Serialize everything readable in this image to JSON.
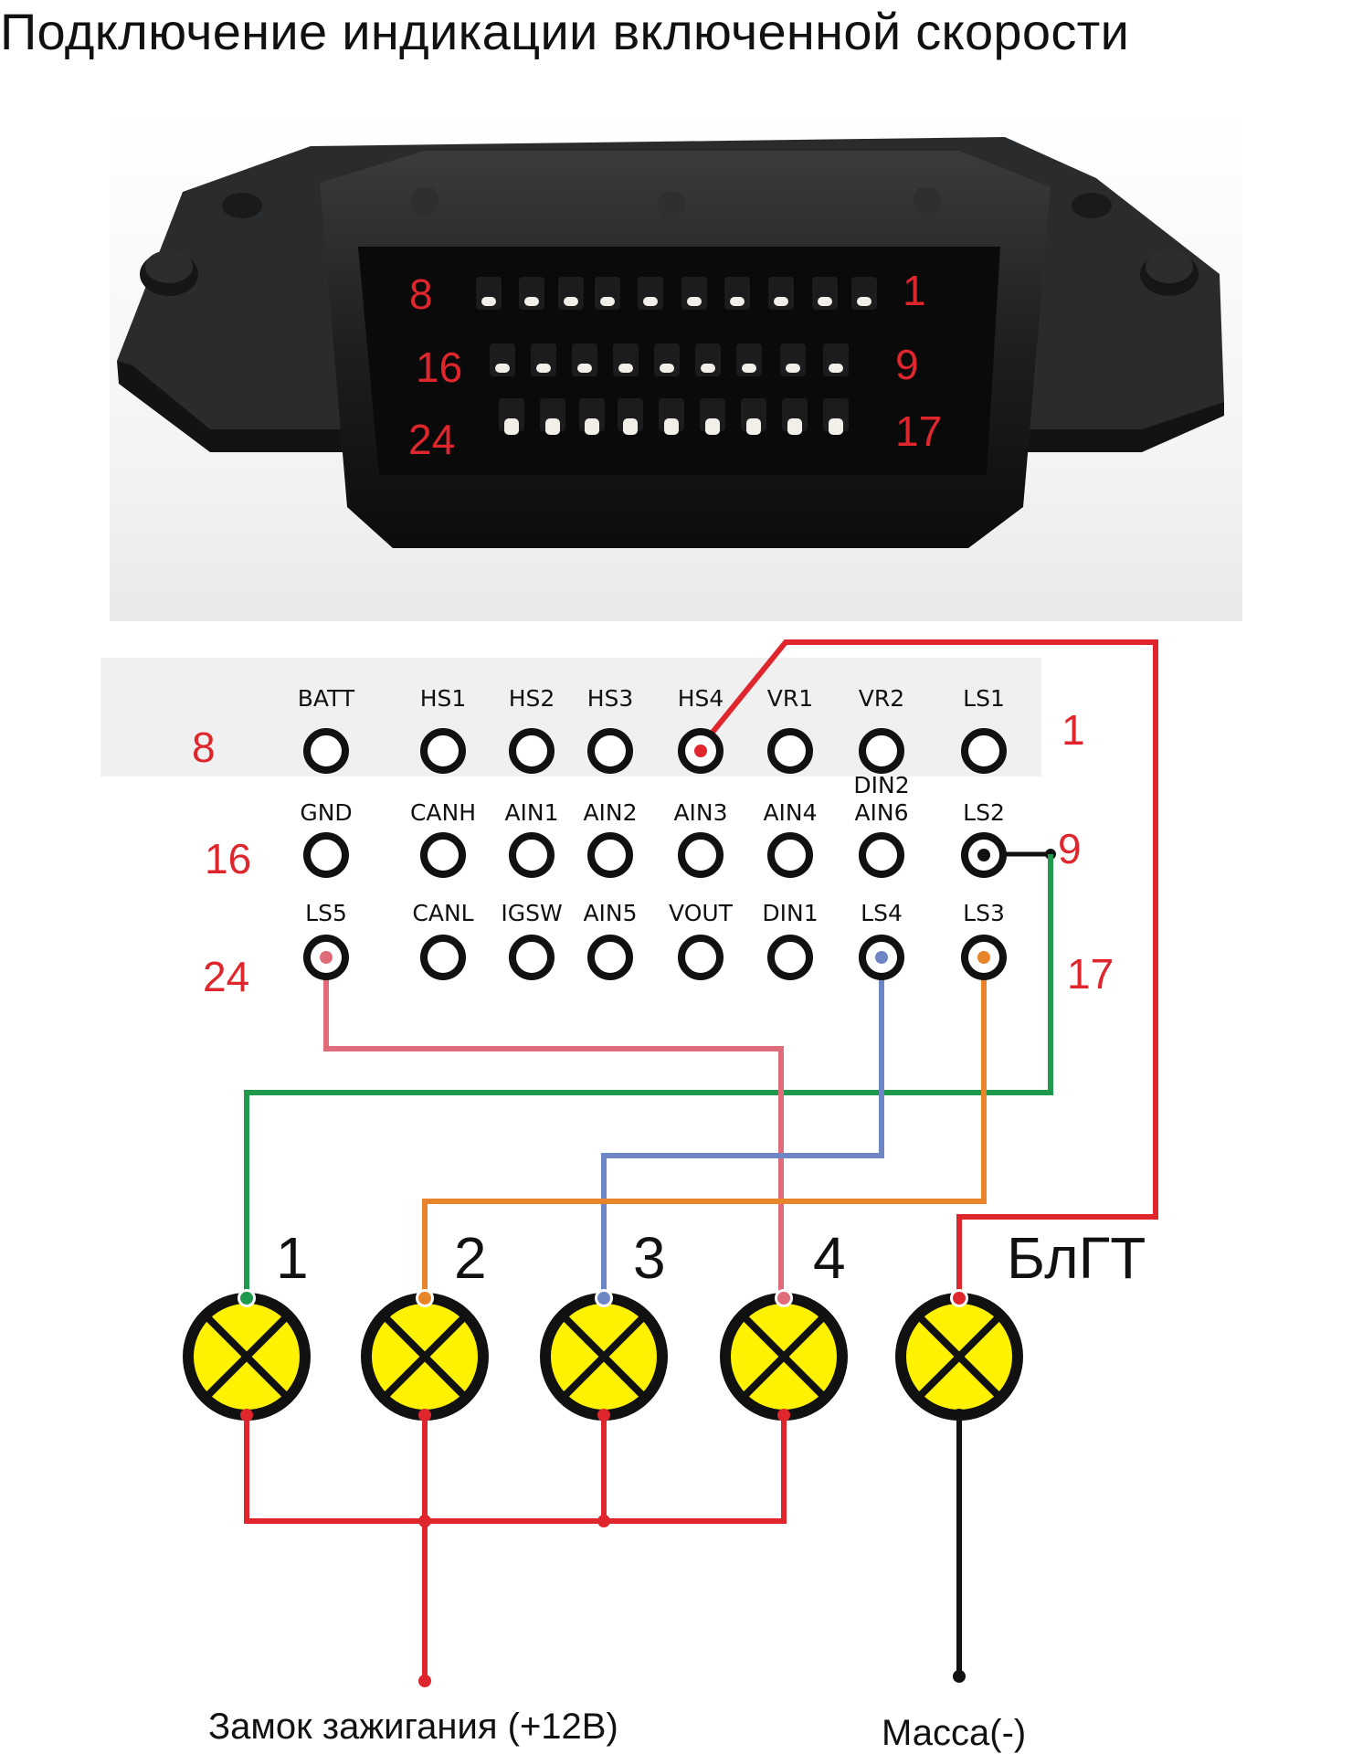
{
  "title": "Подключение индикации включенной скорости",
  "connector_photo": {
    "labels": {
      "top_left": "8",
      "top_right": "1",
      "mid_left": "16",
      "mid_right": "9",
      "bottom_left": "24",
      "bottom_right": "17"
    }
  },
  "pinout": {
    "row_numbers": {
      "row1_left": "8",
      "row1_right": "1",
      "row2_left": "16",
      "row2_right": "9",
      "row3_left": "24",
      "row3_right": "17"
    },
    "row1": [
      "BATT",
      "HS1",
      "HS2",
      "HS3",
      "HS4",
      "VR1",
      "VR2",
      "LS1"
    ],
    "row2": [
      "GND",
      "CANH",
      "AIN1",
      "AIN2",
      "AIN3",
      "AIN4",
      "DIN2",
      "LS2"
    ],
    "row2_extra": "AIN6",
    "row3": [
      "LS5",
      "CANL",
      "IGSW",
      "AIN5",
      "VOUT",
      "DIN1",
      "LS4",
      "LS3"
    ]
  },
  "lamps": [
    "1",
    "2",
    "3",
    "4",
    "БлГТ"
  ],
  "labels": {
    "ignition": "Замок зажигания (+12В)",
    "ground": "Масса(-)"
  },
  "colors": {
    "red": "#e0262d",
    "green": "#1f9a4c",
    "pink": "#e06b7a",
    "blue": "#6f86c4",
    "orange": "#e8842a",
    "black": "#111111",
    "lamp_fill": "#fff200"
  }
}
